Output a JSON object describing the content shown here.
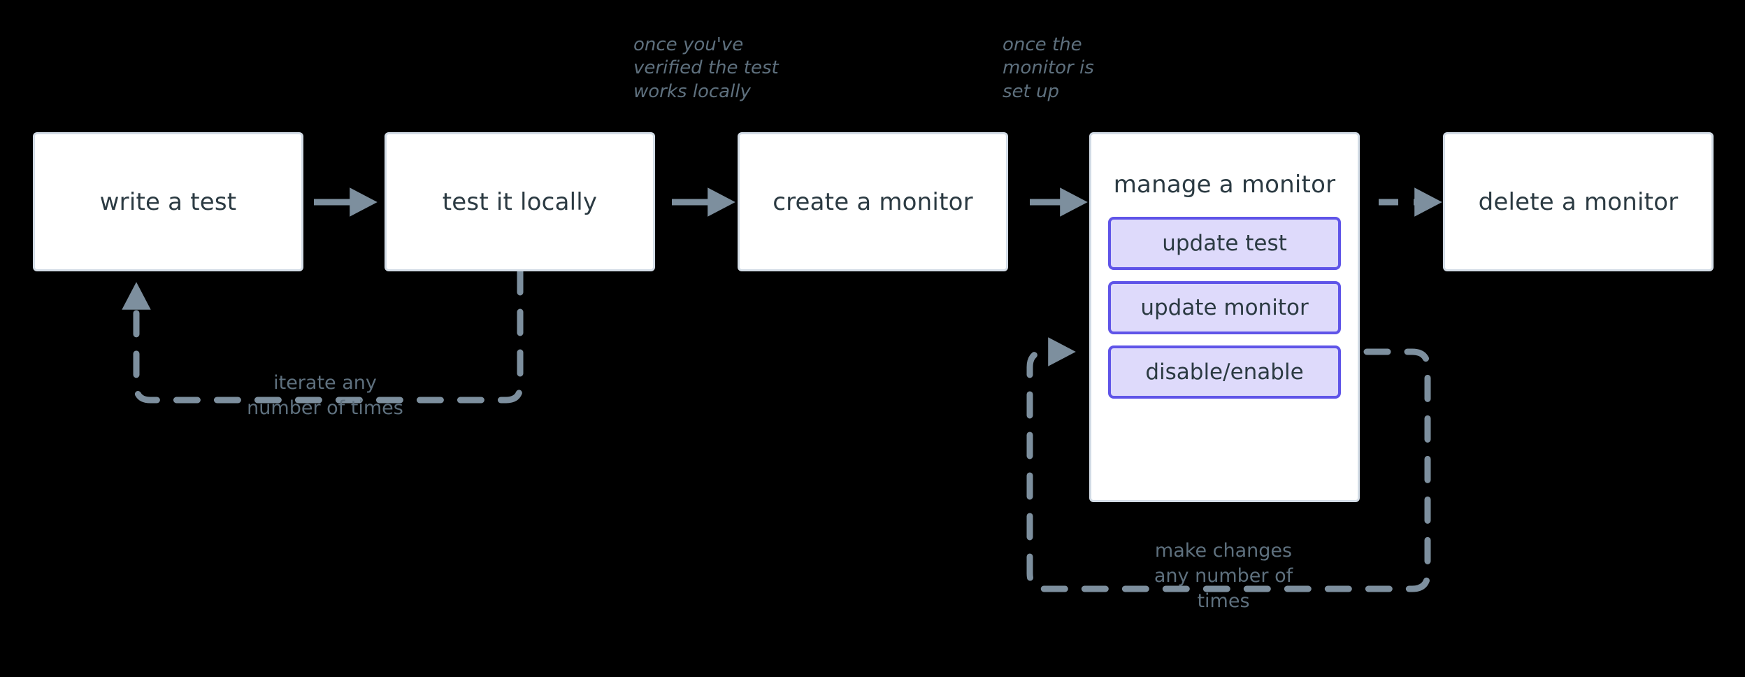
{
  "diagram": {
    "title": "monitor lifecycle flow",
    "background_color": "#000000",
    "node_fill": "#ffffff",
    "node_border": "#d3dce6",
    "node_text_color": "#2b3a42",
    "sub_node_fill": "#dedafb",
    "sub_node_border": "#5f54e8",
    "edge_color": "#7d8f9e",
    "note_color": "#5e707e"
  },
  "nodes": [
    {
      "id": "write-a-test",
      "label": "write a test"
    },
    {
      "id": "test-it-locally",
      "label": "test it locally"
    },
    {
      "id": "create-a-monitor",
      "label": "create a monitor"
    },
    {
      "id": "manage-a-monitor",
      "label": "manage a monitor"
    },
    {
      "id": "delete-a-monitor",
      "label": "delete a monitor"
    }
  ],
  "sub_nodes": [
    {
      "id": "update-test",
      "label": "update test"
    },
    {
      "id": "update-monitor",
      "label": "update monitor"
    },
    {
      "id": "disable-enable",
      "label": "disable/enable"
    }
  ],
  "edge_notes": [
    {
      "id": "note-verified",
      "text": "once you've\nverified the test\nworks locally"
    },
    {
      "id": "note-setup",
      "text": "once the\nmonitor is\nset up"
    }
  ],
  "loop_labels": [
    {
      "id": "loop-iterate",
      "text": "iterate any\nnumber of times"
    },
    {
      "id": "loop-changes",
      "text": "make changes\nany number of\ntimes"
    }
  ],
  "edges": [
    {
      "id": "edge-write-to-test",
      "style": "solid",
      "from": "write-a-test",
      "to": "test-it-locally"
    },
    {
      "id": "edge-test-to-create",
      "style": "solid",
      "from": "test-it-locally",
      "to": "create-a-monitor"
    },
    {
      "id": "edge-create-to-manage",
      "style": "solid",
      "from": "create-a-monitor",
      "to": "manage-a-monitor"
    },
    {
      "id": "edge-manage-to-delete",
      "style": "dashed",
      "from": "manage-a-monitor",
      "to": "delete-a-monitor"
    },
    {
      "id": "edge-iterate-loop",
      "style": "dashed",
      "from": "test-it-locally",
      "to": "write-a-test"
    },
    {
      "id": "edge-changes-loop",
      "style": "dashed",
      "from": "manage-a-monitor",
      "to": "manage-a-monitor"
    }
  ]
}
